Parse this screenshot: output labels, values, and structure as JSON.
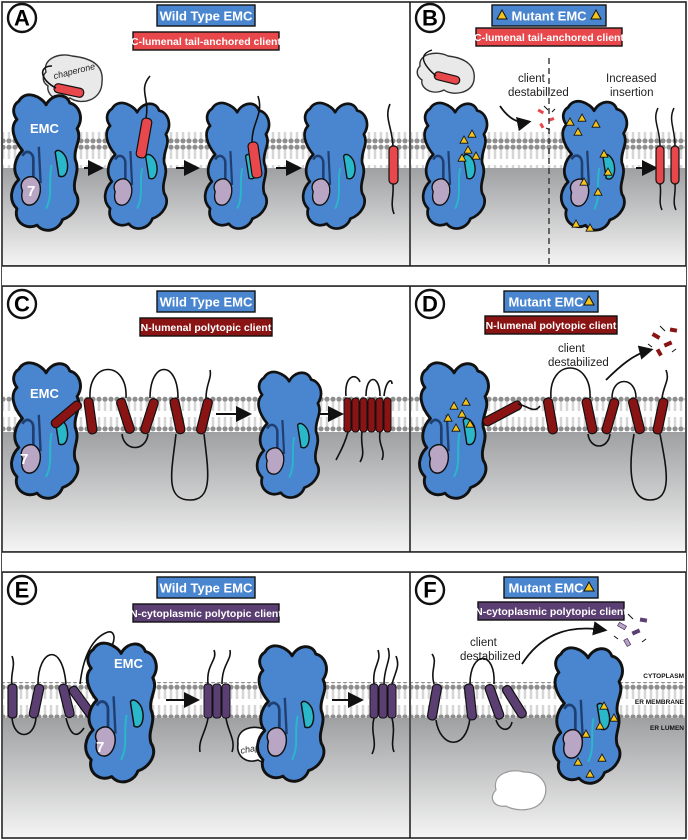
{
  "colors": {
    "emc_blue": "#4a86cf",
    "emc_dark": "#1f3f73",
    "emc_subunit_teal": "#29b7c9",
    "emc7_lilac": "#b9a6c4",
    "tail_anchored_red": "#e8484c",
    "n_lumenal_darkred": "#8a1414",
    "n_cytoplasmic_purple": "#5b3f73",
    "mutation_yellow": "#f3c21b",
    "lumen_gray": "#a9aaac",
    "lipid_head": "#8e8e8e"
  },
  "panels": {
    "A": {
      "letter": "A",
      "title": "Wild Type EMC",
      "subtitle": "C-lumenal tail-anchored client",
      "emc_label": "EMC",
      "emc7_label": "7",
      "chaperone_label": "chaperone"
    },
    "B": {
      "letter": "B",
      "title": "Mutant EMC",
      "subtitle": "C-lumenal tail-anchored client",
      "note_destabilized": "client\ndestabilized",
      "note_insertion": "Increased\ninsertion"
    },
    "C": {
      "letter": "C",
      "title": "Wild Type EMC",
      "subtitle": "N-lumenal polytopic client",
      "emc_label": "EMC",
      "emc7_label": "7"
    },
    "D": {
      "letter": "D",
      "title": "Mutant EMC",
      "subtitle": "N-lumenal polytopic client",
      "note_destabilized": "client\ndestabilized"
    },
    "E": {
      "letter": "E",
      "title": "Wild Type EMC",
      "subtitle": "N-cytoplasmic polytopic client",
      "emc_label": "EMC",
      "emc7_label": "7",
      "chaperone_label": "chaperone"
    },
    "F": {
      "letter": "F",
      "title": "Mutant EMC",
      "subtitle": "N-cytoplasmic polytopic client",
      "note_destabilized": "client\ndestabilized",
      "compartments": [
        "CYTOPLASM",
        "ER MEMBRANE",
        "ER LUMEN"
      ]
    }
  }
}
